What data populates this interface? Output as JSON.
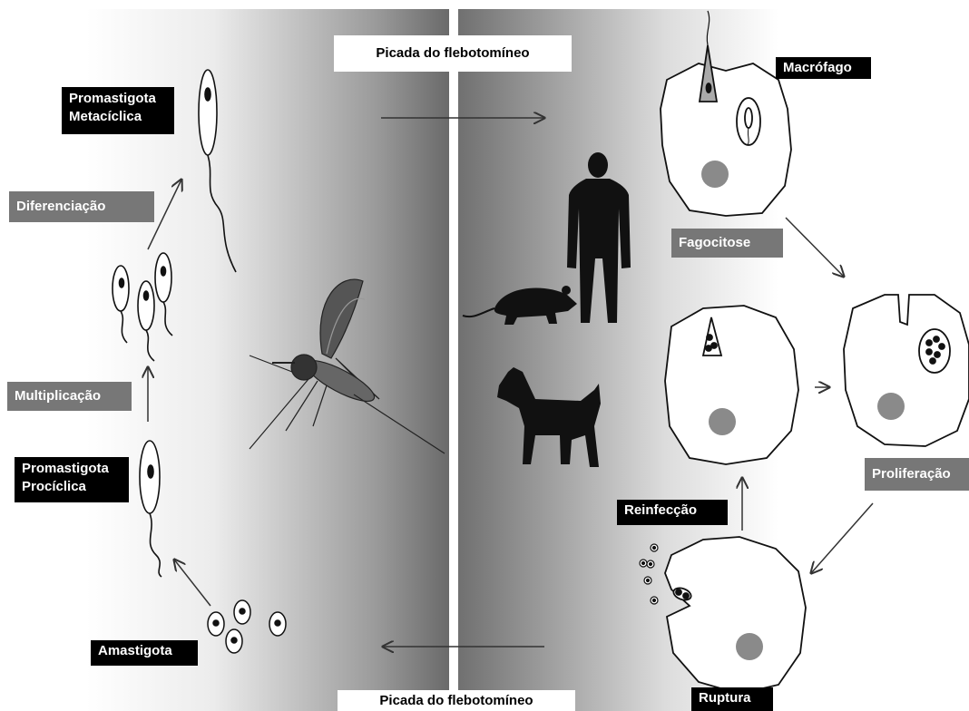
{
  "labels": {
    "bite_top": "Picada do flebotomíneo",
    "bite_bottom": "Picada do flebotomíneo",
    "metacyclic": "Promastigota\nMetacíclica",
    "differentiation": "Diferenciação",
    "multiplication": "Multiplicação",
    "procyclic": "Promastigota\nProcíclica",
    "amastigote": "Amastigota",
    "macrophage": "Macrófago",
    "phagocytosis": "Fagocitose",
    "proliferation": "Proliferação",
    "reinfection": "Reinfecção",
    "rupture": "Ruptura"
  },
  "colors": {
    "black_label": "#000000",
    "gray_label": "#777777",
    "nucleus": "#8a8a8a"
  },
  "icons": [
    "mosquito-icon",
    "human-silhouette-icon",
    "rat-silhouette-icon",
    "dog-silhouette-icon",
    "macrophage-cell-icon",
    "promastigote-icon",
    "amastigote-icon"
  ]
}
